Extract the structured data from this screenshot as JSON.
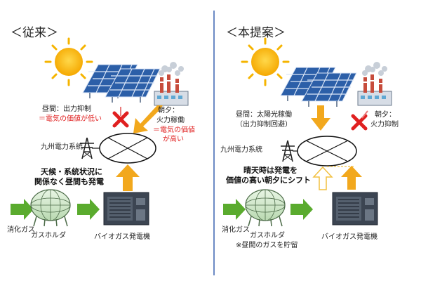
{
  "panels": [
    {
      "heading": "＜従来＞",
      "sun_label": "",
      "labels": {
        "daytime_line1": "昼間：出力抑制",
        "daytime_line2": "＝電気の価値が低い",
        "morning_line1": "朝夕：",
        "morning_line2": "火力稼働",
        "morning_line3": "＝電気の価値",
        "morning_line4": "が高い",
        "grid": "九州電力系統",
        "note_line1": "天候・系統状況に",
        "note_line2": "関係なく昼間も発電",
        "digestion_gas": "消化ガス",
        "gas_holder": "ガスホルダ",
        "generator": "バイオガス発電機"
      }
    },
    {
      "heading": "＜本提案＞",
      "labels": {
        "daytime_line1": "昼間：太陽光稼働",
        "daytime_line2": "（出力抑制回避）",
        "morning_line1": "朝夕：",
        "morning_line2": "火力抑制",
        "grid": "九州電力系統",
        "note_line1": "晴天時は発電を",
        "note_line2": "価値の高い朝夕にシフト",
        "digestion_gas": "消化ガス",
        "gas_holder": "ガスホルダ",
        "gas_holder_note": "※昼間のガスを貯留",
        "generator": "バイオガス発電機"
      }
    }
  ],
  "colors": {
    "sun": "#f5b400",
    "solar_panel": "#2c5fa8",
    "green_arrow": "#5aab2e",
    "orange_arrow": "#f2a81d",
    "red_text": "#e02020",
    "divider": "#3a63b0"
  }
}
